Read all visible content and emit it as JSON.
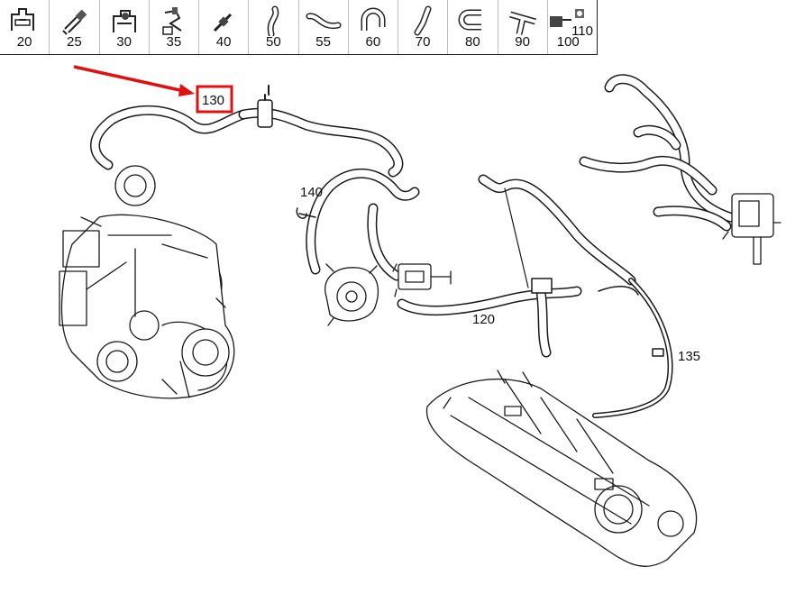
{
  "parts_toolbar": {
    "items": [
      {
        "id": "20",
        "icon": "hose-clamp-icon"
      },
      {
        "id": "25",
        "icon": "straight-connector-icon"
      },
      {
        "id": "30",
        "icon": "clip-icon"
      },
      {
        "id": "35",
        "icon": "bracket-clip-icon"
      },
      {
        "id": "40",
        "icon": "connector-icon"
      },
      {
        "id": "50",
        "icon": "bent-hose-icon"
      },
      {
        "id": "55",
        "icon": "hose-icon"
      },
      {
        "id": "60",
        "icon": "u-bend-hose-icon"
      },
      {
        "id": "70",
        "icon": "elbow-hose-icon"
      },
      {
        "id": "80",
        "icon": "u-pipe-icon"
      },
      {
        "id": "90",
        "icon": "t-piece-icon"
      },
      {
        "id": "100",
        "id2": "110",
        "icon": "valve-icon"
      }
    ]
  },
  "callouts": {
    "c130": "130",
    "c140": "140",
    "c120": "120",
    "c135": "135"
  },
  "colors": {
    "highlight": "#e01010",
    "line": "#1a1a1a"
  }
}
